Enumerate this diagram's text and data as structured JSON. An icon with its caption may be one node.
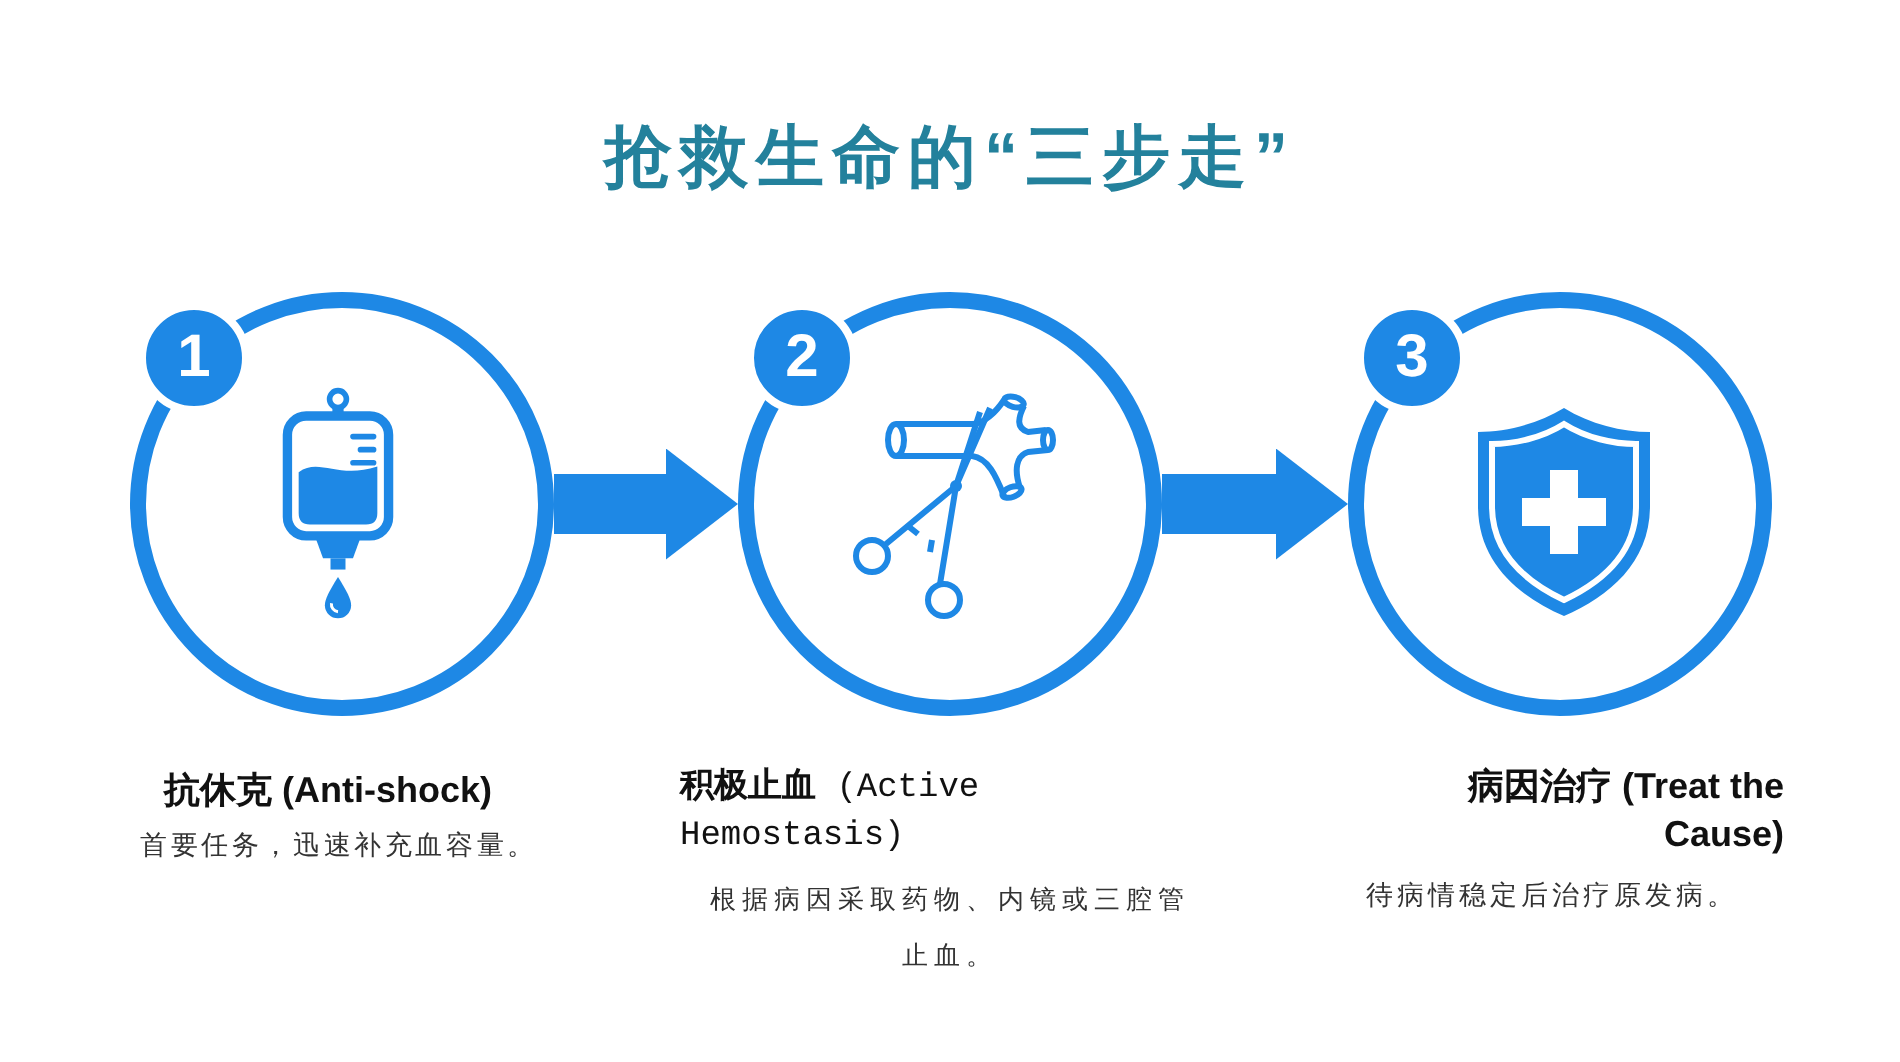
{
  "diagram": {
    "title": "抢救生命的“三步走”",
    "nodes": [
      {
        "text": [
          "1",
          "抗休克 (Anti-shock)"
        ]
      },
      {
        "text": [
          "2",
          "**积极止血** (Active Hemostasis)"
        ]
      },
      {
        "text": [
          "3",
          "病因治疗 (Treat the Cause)"
        ]
      }
    ],
    "edges": [
      {
        "from": 0,
        "to": 1,
        "arrow": "to"
      },
      {
        "from": 1,
        "to": 2,
        "arrow": "to"
      }
    ],
    "labels": [
      "首要任务，迅速补充血容量。",
      "根据病因采取药物、内镜或三腔管止血。",
      "待病情稳定后治疗原发病。"
    ]
  }
}
